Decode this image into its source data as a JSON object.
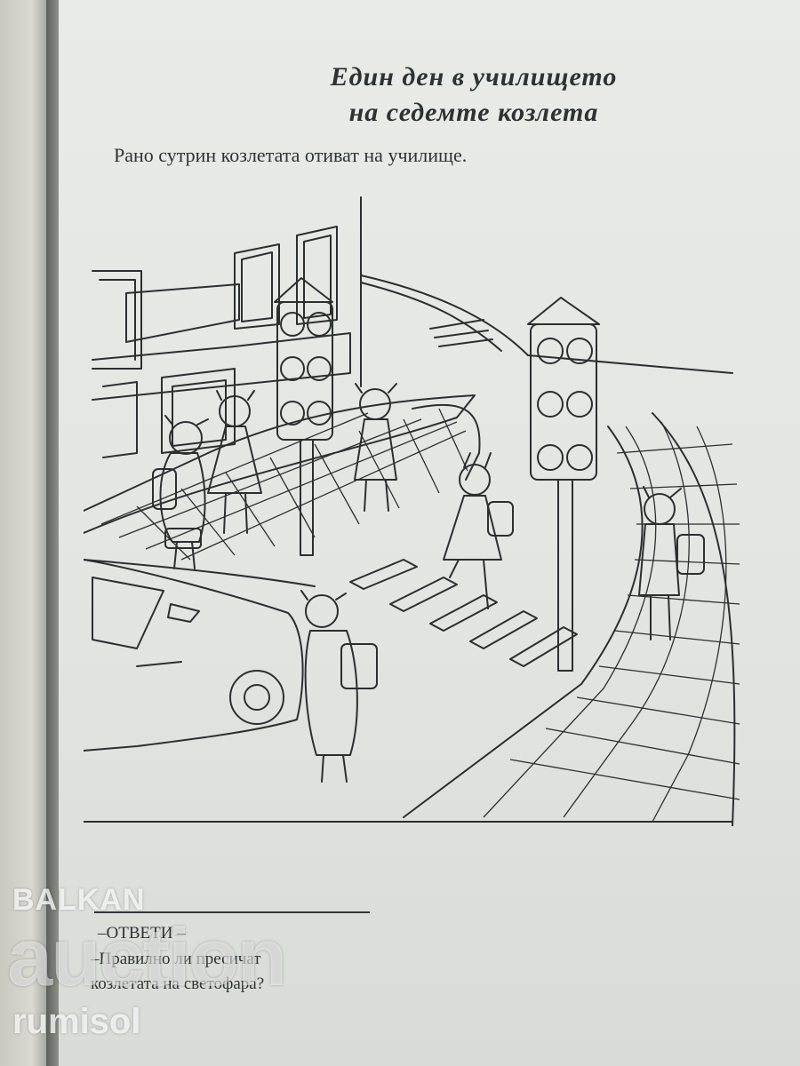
{
  "title_line1": "Един ден в училището",
  "title_line2": "на седемте козлета",
  "intro": "Рано сутрин козлетата отиват на училище.",
  "answers": {
    "heading": "–ОТВЕТИ –",
    "question_line1": "–Правилно ли пресичат",
    "question_line2": "козлетата на светофара?"
  },
  "watermark": {
    "line1": "BALKAN",
    "line2": "auction",
    "line3": "rumisol"
  }
}
